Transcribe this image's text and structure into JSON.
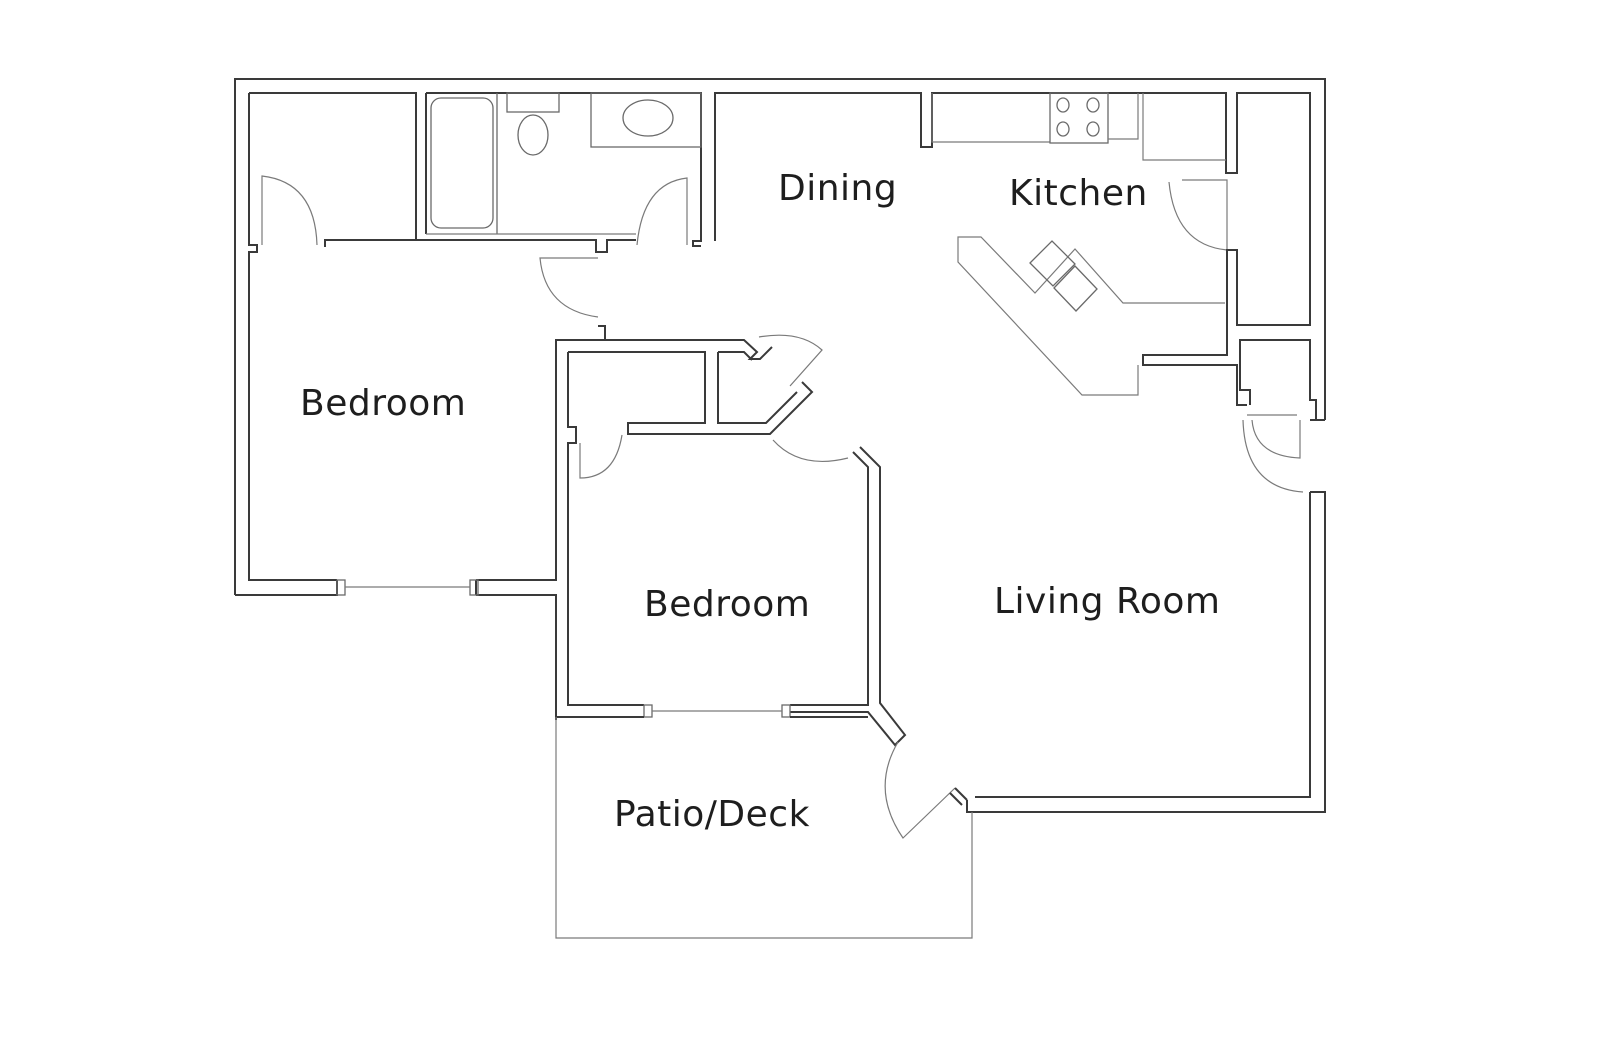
{
  "floor_plan": {
    "rooms": [
      {
        "id": "bedroom-1",
        "label": "Bedroom"
      },
      {
        "id": "bedroom-2",
        "label": "Bedroom"
      },
      {
        "id": "dining",
        "label": "Dining"
      },
      {
        "id": "kitchen",
        "label": "Kitchen"
      },
      {
        "id": "living-room",
        "label": "Living Room"
      },
      {
        "id": "patio-deck",
        "label": "Patio/Deck"
      }
    ],
    "colors": {
      "wall": "#3a3a3a",
      "fixture": "#6a6a6a",
      "label": "#1e1e1e",
      "background": "#ffffff"
    }
  }
}
